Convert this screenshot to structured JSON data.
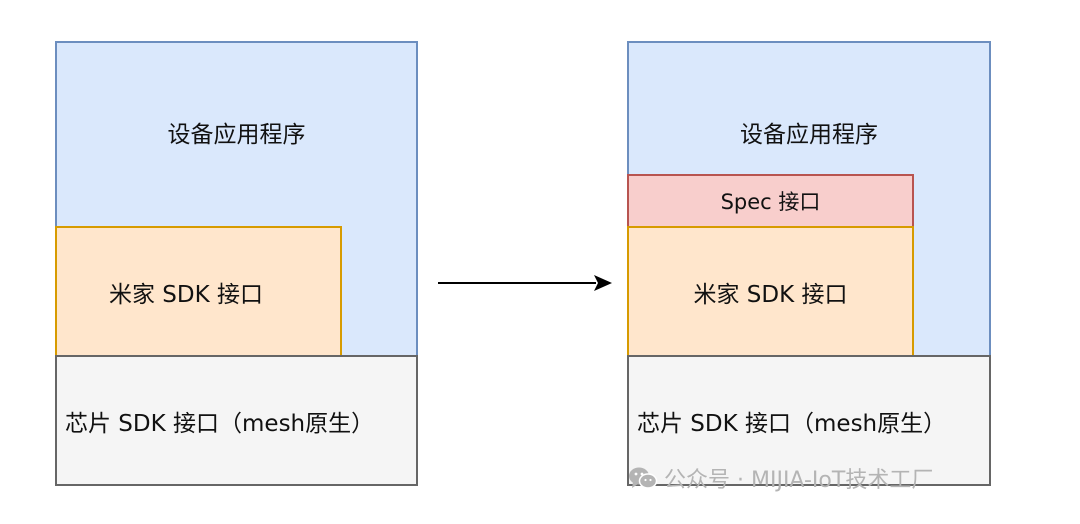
{
  "left": {
    "app_label": "设备应用程序",
    "mijia_label": "米家 SDK 接口",
    "chip_label": "芯片 SDK 接口（mesh原生）"
  },
  "right": {
    "app_label": "设备应用程序",
    "spec_label": "Spec 接口",
    "mijia_label": "米家 SDK 接口",
    "chip_label": "芯片 SDK 接口（mesh原生）"
  },
  "watermark": {
    "text": "公众号 · MIJIA-IoT技术工厂",
    "icon": "wechat-icon"
  },
  "colors": {
    "app_fill": "#dae8fc",
    "app_border": "#6c8ebf",
    "mijia_fill": "#ffe6cc",
    "mijia_border": "#d79b00",
    "spec_fill": "#f8cecc",
    "spec_border": "#b85450",
    "chip_fill": "#f5f5f5",
    "chip_border": "#666666"
  }
}
